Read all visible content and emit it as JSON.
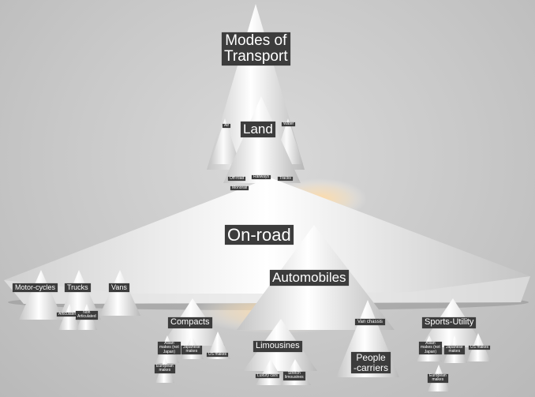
{
  "labels": {
    "modes_of_transport": "Modes of\nTransport",
    "land": "Land",
    "on_road": "On-road",
    "automobiles": "Automobiles",
    "motorcycles": "Motor-cycles",
    "trucks": "Trucks",
    "vans": "Vans",
    "compacts": "Compacts",
    "limousines": "Limousines",
    "people_carriers": "People\n-carriers",
    "sports_utility": "Sports-Utility",
    "van_chassis": "Van chassis",
    "asian_makes_japan_1": "Asian\nmakes (not\nJapan)",
    "japanese_makes_1": "Japanese\nmakes",
    "us_makes_1": "US makes",
    "european_makes_1": "European\nmakes",
    "asian_makes_japan_2": "Asian\nmakes (not\nJapan)",
    "japanese_makes_2": "Japanese\nmakes",
    "us_makes_2": "US makes",
    "european_makes_2": "European\nmakes",
    "luxury_cars": "Luxury cars",
    "stretch_limousines": "Stretch\nlimousines",
    "articulated": "Articulated",
    "non_articulated": "Non\nArticulated",
    "air": "Air",
    "water": "Water",
    "off_road": "Off-road",
    "railways": "Railways",
    "tracks": "Tracks",
    "monorail": "Monorail"
  }
}
